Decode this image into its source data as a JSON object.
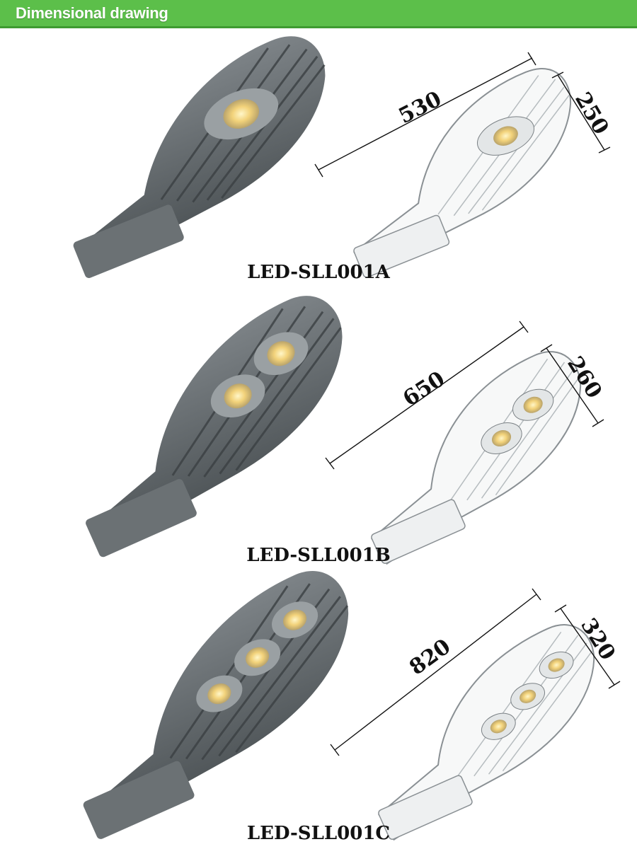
{
  "header": {
    "title": "Dimensional drawing",
    "color": "#5cbf4a"
  },
  "products": [
    {
      "model": "LED-SLL001A",
      "length": "530",
      "width": "250",
      "led_count": 1
    },
    {
      "model": "LED-SLL001B",
      "length": "650",
      "width": "260",
      "led_count": 2
    },
    {
      "model": "LED-SLL001C",
      "length": "820",
      "width": "320",
      "led_count": 3
    }
  ]
}
